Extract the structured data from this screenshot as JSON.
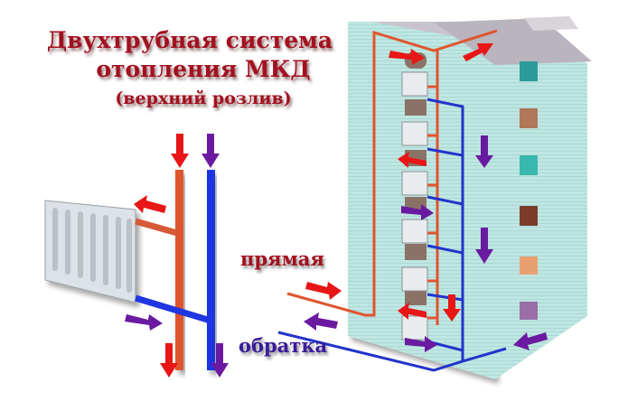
{
  "title": {
    "line1": "Двухтрубная система",
    "line2": "отопления МКД",
    "line3": "(верхний розлив)"
  },
  "labels": {
    "supply": "прямая",
    "return": "обратка"
  },
  "colors": {
    "title_text": "#a3101f",
    "supply_pipe": "#e0552e",
    "return_pipe": "#2233cc",
    "supply_arrow": "#e81616",
    "return_arrow": "#6a1aa0",
    "building_wall": "#bfe6e2",
    "roof": "#b9b4bd",
    "radiator": "#dde2e8"
  },
  "icons": {
    "radiator": "radiator-icon",
    "building": "apartment-building-icon",
    "arrow_supply": "red-arrow-icon",
    "arrow_return": "purple-arrow-icon"
  }
}
